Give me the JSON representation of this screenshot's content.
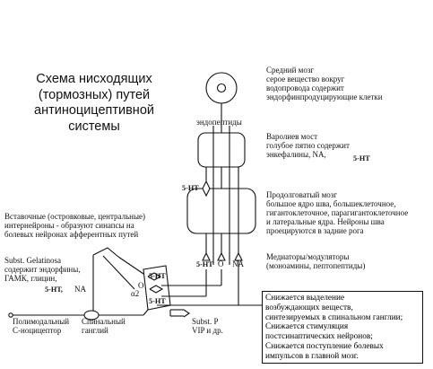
{
  "title": "Схема нисходящих\n(тормозных) путей\nантиноцицептивной\nсистемы",
  "midbrain": "Средний мозг\nсерое вещество вокруг\nводопровода содержит\nэндорфинпродуцирующие клетки",
  "endopeptides": "эндопептиды",
  "pons": "Варолиев мост\nголубое пятно содержит\nэнкефалины, NA,",
  "pons_5ht": "5-НТ",
  "medulla": "Продолговатый мозг\nбольшое ядро шва, большеклеточное,\nгигантоклеточное, парагигантоклеточное\nи латеральные ядра. Нейроны шва\nпроецируются в задние рога",
  "medulla_5ht": "5-НТ",
  "interneurons": "Вставочные (островковые, центральные)\nинтернейроны - образуют синапсы на\nболевых нейронах афферентных путей",
  "gelatinosa": "Subst. Gelatinosa\nсодержит эндорфины,\nГАМК, глицин,",
  "gelatinosa_tail": "NA",
  "gelatinosa_5ht": "5-НТ,",
  "mediators_labels": {
    "a": "5-НТ",
    "b": "O",
    "c": "NA"
  },
  "mediators": "Медиаторы/модуляторы\n(моноамины, пептопептиды)",
  "synapse": {
    "top": "5-НТ",
    "o": "O",
    "alpha": "α2",
    "bottom": "5-НТ"
  },
  "receptor": "Полимодальный\nС-ноцицептор",
  "ganglion": "Спинальный\nганглий",
  "substp": "Subst. P\nVIP и др.",
  "effects_box": "Снижается выделение\nвозбуждающих веществ,\nсинтезируемых в спинальном ганглии;\nСнижается стимуляция\nпостсинаптических нейронов;\nСнижается поступление болевых\nимпульсов в главной мозг."
}
